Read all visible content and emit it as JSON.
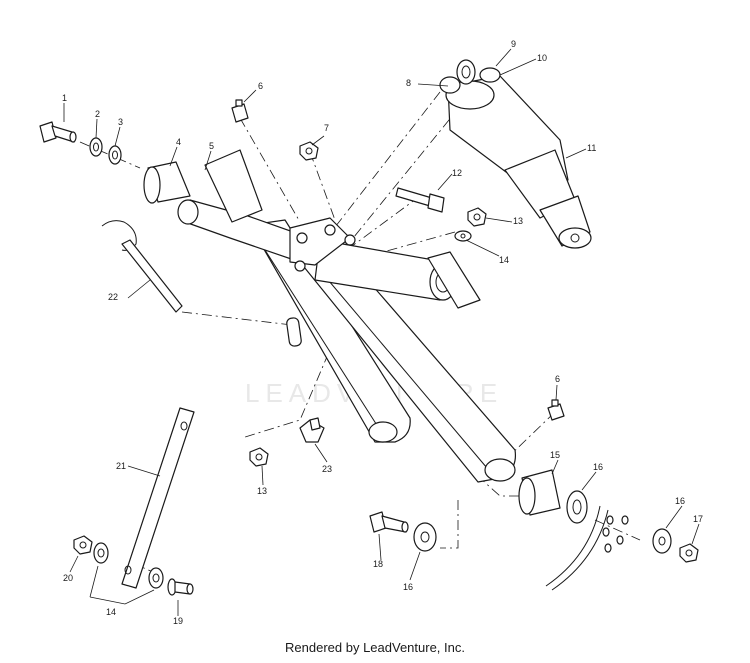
{
  "watermark": "LEADVENTURE",
  "footer": "Rendered by LeadVenture, Inc.",
  "callouts": [
    {
      "id": "c1",
      "label": "1"
    },
    {
      "id": "c2",
      "label": "2"
    },
    {
      "id": "c3",
      "label": "3"
    },
    {
      "id": "c4",
      "label": "4"
    },
    {
      "id": "c5",
      "label": "5"
    },
    {
      "id": "c6a",
      "label": "6"
    },
    {
      "id": "c6b",
      "label": "6"
    },
    {
      "id": "c7",
      "label": "7"
    },
    {
      "id": "c8",
      "label": "8"
    },
    {
      "id": "c9",
      "label": "9"
    },
    {
      "id": "c10",
      "label": "10"
    },
    {
      "id": "c11",
      "label": "11"
    },
    {
      "id": "c12",
      "label": "12"
    },
    {
      "id": "c13a",
      "label": "13"
    },
    {
      "id": "c13b",
      "label": "13"
    },
    {
      "id": "c14a",
      "label": "14"
    },
    {
      "id": "c14b",
      "label": "14"
    },
    {
      "id": "c15",
      "label": "15"
    },
    {
      "id": "c16a",
      "label": "16"
    },
    {
      "id": "c16b",
      "label": "16"
    },
    {
      "id": "c16c",
      "label": "16"
    },
    {
      "id": "c17",
      "label": "17"
    },
    {
      "id": "c18",
      "label": "18"
    },
    {
      "id": "c19",
      "label": "19"
    },
    {
      "id": "c20",
      "label": "20"
    },
    {
      "id": "c21",
      "label": "21"
    },
    {
      "id": "c22",
      "label": "22"
    },
    {
      "id": "c23",
      "label": "23"
    }
  ]
}
